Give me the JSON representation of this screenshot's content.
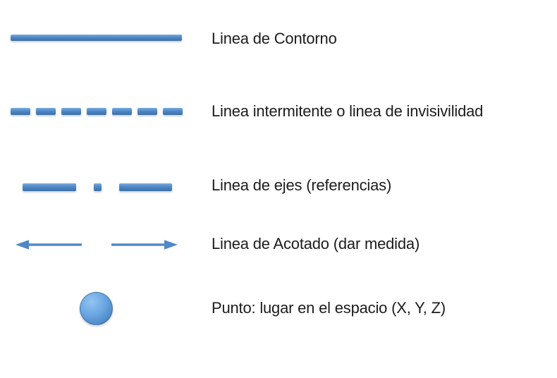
{
  "colors": {
    "shape_blue": "#4e88c7",
    "shape_blue_light": "#79abdf",
    "shape_blue_dark": "#3d6fa5",
    "text_color": "#1c1c1c",
    "background": "#ffffff"
  },
  "legend": {
    "rows": [
      {
        "symbol": "solid-contour-line",
        "label": "Linea de Contorno"
      },
      {
        "symbol": "dashed-hidden-line",
        "label": "Linea intermitente o linea de invisivilidad"
      },
      {
        "symbol": "axis-center-line",
        "label": "Linea de ejes (referencias)"
      },
      {
        "symbol": "dimension-arrows",
        "label": "Linea de Acotado (dar medida)"
      },
      {
        "symbol": "point-circle",
        "label": "Punto: lugar en el espacio (X, Y, Z)"
      }
    ]
  }
}
